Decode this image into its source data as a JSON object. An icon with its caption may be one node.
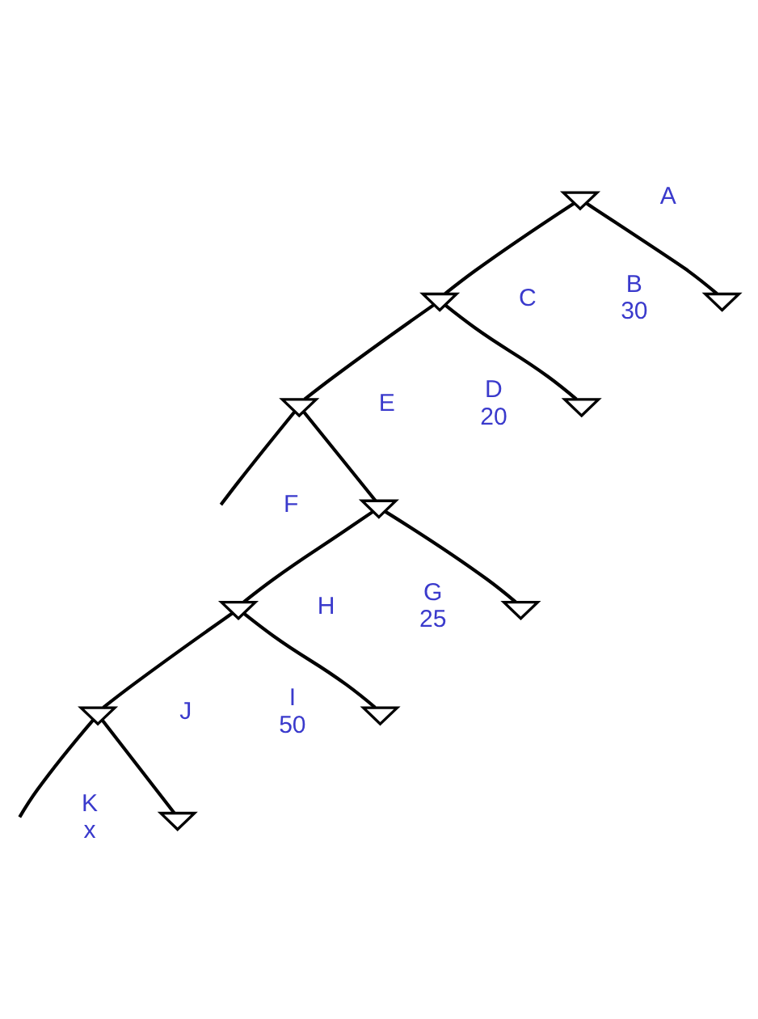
{
  "diagram": {
    "nodes": [
      {
        "text": [],
        "shape": "triangle",
        "beside": [
          "A"
        ]
      },
      {
        "text": [],
        "shape": "triangle",
        "beside": [
          "B",
          "30"
        ]
      },
      {
        "text": [],
        "shape": "triangle",
        "beside": [
          "C"
        ]
      },
      {
        "text": [],
        "shape": "triangle",
        "beside": [
          "D",
          "20"
        ]
      },
      {
        "text": [],
        "shape": "triangle",
        "beside": [
          "E"
        ]
      },
      {
        "text": [],
        "shape": "triangle",
        "beside": [
          "F"
        ]
      },
      {
        "text": [],
        "shape": "triangle",
        "beside": [
          "G",
          "25"
        ]
      },
      {
        "text": [],
        "shape": "triangle",
        "beside": [
          "H"
        ]
      },
      {
        "text": [],
        "shape": "triangle",
        "beside": [
          "I",
          "50"
        ]
      },
      {
        "text": [],
        "shape": "triangle",
        "beside": [
          "J"
        ]
      },
      {
        "text": [],
        "shape": "triangle",
        "beside": [
          "K",
          "x"
        ]
      }
    ],
    "edges": [
      {
        "from": 0,
        "to": 1,
        "arrow": "none"
      },
      {
        "from": 0,
        "to": 2,
        "arrow": "none"
      },
      {
        "from": 2,
        "to": 3,
        "arrow": "none"
      },
      {
        "from": 2,
        "to": 4,
        "arrow": "none"
      },
      {
        "from": 4,
        "to": 5,
        "arrow": "none"
      },
      {
        "from": 4,
        "to": null,
        "arrow": "none"
      },
      {
        "from": 5,
        "to": 6,
        "arrow": "none"
      },
      {
        "from": 5,
        "to": 7,
        "arrow": "none"
      },
      {
        "from": 7,
        "to": 8,
        "arrow": "none"
      },
      {
        "from": 7,
        "to": 9,
        "arrow": "none"
      },
      {
        "from": 9,
        "to": 10,
        "arrow": "none"
      },
      {
        "from": 9,
        "to": null,
        "arrow": "none"
      }
    ]
  }
}
